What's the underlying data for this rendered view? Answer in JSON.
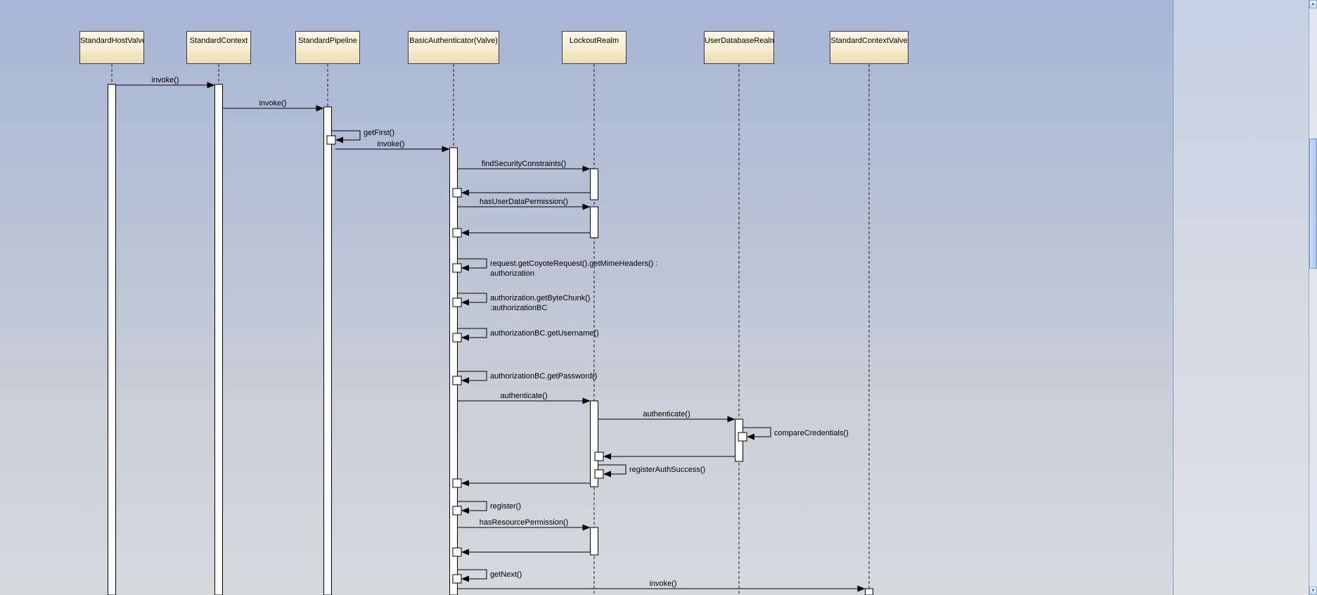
{
  "diagram": {
    "type": "uml-sequence-diagram",
    "participants": [
      {
        "label": "StandardHostValve"
      },
      {
        "label": "StandardContext"
      },
      {
        "label": "StandardPipeline"
      },
      {
        "label": "BasicAuthenticator(Valve)"
      },
      {
        "label": "LockoutRealm"
      },
      {
        "label": "UserDatabaseRealm"
      },
      {
        "label": "StandardContextValve"
      }
    ],
    "messages": [
      {
        "label": "invoke()",
        "from": "StandardHostValve",
        "to": "StandardContext",
        "kind": "call"
      },
      {
        "label": "invoke()",
        "from": "StandardContext",
        "to": "StandardPipeline",
        "kind": "call"
      },
      {
        "label": "getFirst()",
        "from": "StandardPipeline",
        "to": "StandardPipeline",
        "kind": "self"
      },
      {
        "label": "invoke()",
        "from": "StandardPipeline",
        "to": "BasicAuthenticator(Valve)",
        "kind": "call"
      },
      {
        "label": "findSecurityConstraints()",
        "from": "BasicAuthenticator(Valve)",
        "to": "LockoutRealm",
        "kind": "call"
      },
      {
        "label": "",
        "from": "LockoutRealm",
        "to": "BasicAuthenticator(Valve)",
        "kind": "return"
      },
      {
        "label": "hasUserDataPermission()",
        "from": "BasicAuthenticator(Valve)",
        "to": "LockoutRealm",
        "kind": "call"
      },
      {
        "label": "",
        "from": "LockoutRealm",
        "to": "BasicAuthenticator(Valve)",
        "kind": "return"
      },
      {
        "label_line1": "request.getCoyoteRequest().getMimeHeaders() :",
        "label_line2": "authorization",
        "from": "BasicAuthenticator(Valve)",
        "to": "BasicAuthenticator(Valve)",
        "kind": "self"
      },
      {
        "label_line1": "authorization.getByteChunk()",
        "label_line2": ":authorizationBC",
        "from": "BasicAuthenticator(Valve)",
        "to": "BasicAuthenticator(Valve)",
        "kind": "self"
      },
      {
        "label": "authorizationBC.getUsername()",
        "from": "BasicAuthenticator(Valve)",
        "to": "BasicAuthenticator(Valve)",
        "kind": "self"
      },
      {
        "label": "authorizationBC.getPassword()",
        "from": "BasicAuthenticator(Valve)",
        "to": "BasicAuthenticator(Valve)",
        "kind": "self"
      },
      {
        "label": "authenticate()",
        "from": "BasicAuthenticator(Valve)",
        "to": "LockoutRealm",
        "kind": "call"
      },
      {
        "label": "authenticate()",
        "from": "LockoutRealm",
        "to": "UserDatabaseRealm",
        "kind": "call"
      },
      {
        "label": "compareCredentials()",
        "from": "UserDatabaseRealm",
        "to": "UserDatabaseRealm",
        "kind": "self"
      },
      {
        "label": "",
        "from": "UserDatabaseRealm",
        "to": "LockoutRealm",
        "kind": "return"
      },
      {
        "label": "registerAuthSuccess()",
        "from": "LockoutRealm",
        "to": "LockoutRealm",
        "kind": "self"
      },
      {
        "label": "",
        "from": "LockoutRealm",
        "to": "BasicAuthenticator(Valve)",
        "kind": "return"
      },
      {
        "label": "register()",
        "from": "BasicAuthenticator(Valve)",
        "to": "BasicAuthenticator(Valve)",
        "kind": "self"
      },
      {
        "label": "hasResourcePermission()",
        "from": "BasicAuthenticator(Valve)",
        "to": "LockoutRealm",
        "kind": "call"
      },
      {
        "label": "",
        "from": "LockoutRealm",
        "to": "BasicAuthenticator(Valve)",
        "kind": "return"
      },
      {
        "label": "getNext()",
        "from": "BasicAuthenticator(Valve)",
        "to": "BasicAuthenticator(Valve)",
        "kind": "self"
      },
      {
        "label": "invoke()",
        "from": "BasicAuthenticator(Valve)",
        "to": "StandardContextValve",
        "kind": "call"
      }
    ],
    "colors": {
      "participant_fill_top": "#fdf7e6",
      "participant_fill_bottom": "#ecd9b2",
      "background_top": "#a8b6d7",
      "background_bottom": "#d6d9dc",
      "line": "#000000",
      "scrollbar_thumb": "#b0c4e8"
    }
  },
  "scrollbar": {
    "up_icon": "▲",
    "down_icon": "▼"
  }
}
